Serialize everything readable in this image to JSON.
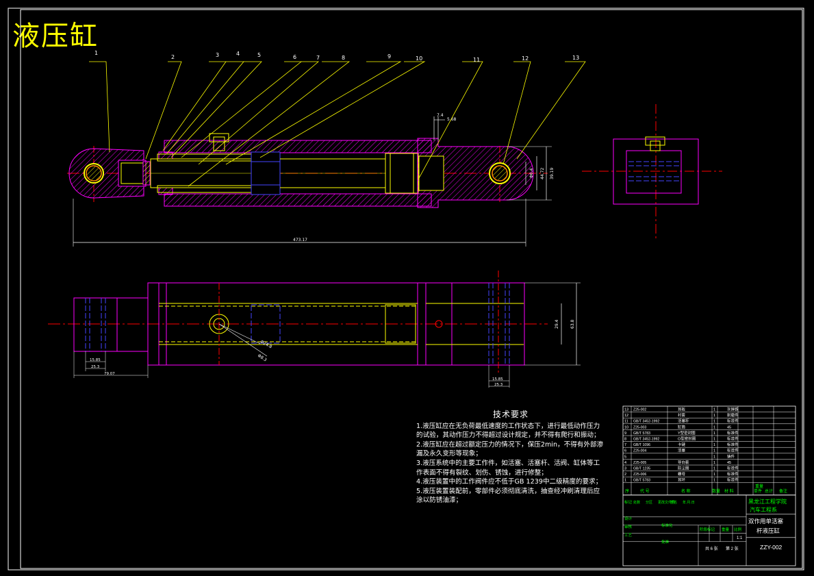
{
  "title": "液压缸",
  "callouts": [
    "1",
    "2",
    "3",
    "4",
    "5",
    "6",
    "7",
    "8",
    "9",
    "10",
    "11",
    "12",
    "13"
  ],
  "dimensions": {
    "overall_length": "473.17",
    "dim_a": "Φ6.4",
    "dim_b": "44.72",
    "dim_c": "39.19",
    "dim_d": "7.4",
    "dim_e": "5.68",
    "dim_f": "Φ24.8",
    "dim_g": "Φ8.3",
    "dim_h": "29.4",
    "dim_i": "63.8",
    "dim_j": "15.85",
    "dim_k": "25.3",
    "dim_l": "79.07",
    "dim_m": "15.85",
    "dim_n": "25.3"
  },
  "tech_requirements": {
    "heading": "技术要求",
    "items": [
      "1.液压缸应在无负荷最低速度的工作状态下，进行最低动作压力的试验，其动作压力不得超过设计规定，并不得有爬行和振动；",
      "2.液压缸应在超过额定压力的情况下，保压2min，不得有外部渗漏及永久变形等现象；",
      "3.液压系统中的主要工作件，如活塞、活塞杆、活阀、缸体等工作表面不得有裂纹、划伤、锈蚀，进行修整；",
      "4.液压装置中的工作阀件应不低于GB 1239中二级精度的要求；",
      "5.液压装置装配前，零部件必须彻底清洗，抽查经冲刷清理后应涂以防锈油漆；"
    ]
  },
  "parts_list": [
    {
      "no": "13",
      "code": "Z25-002",
      "name": "耳板",
      "qty": "1",
      "material": "灰铸铁"
    },
    {
      "no": "12",
      "code": "",
      "name": "衬套",
      "qty": "1",
      "material": "耐磨件"
    },
    {
      "no": "11",
      "code": "GB/T 3452-1992",
      "name": "活塞杆",
      "qty": "1",
      "material": "标准件"
    },
    {
      "no": "10",
      "code": "Z25-003",
      "name": "缸筒",
      "qty": "1",
      "material": "45"
    },
    {
      "no": "9",
      "code": "GB/T 5783",
      "name": "Y型密封圈",
      "qty": "1",
      "material": "标准件"
    },
    {
      "no": "8",
      "code": "GB/T 3452-1992",
      "name": "O型密封圈",
      "qty": "1",
      "material": "标准件"
    },
    {
      "no": "7",
      "code": "GB/T 1096",
      "name": "卡键",
      "qty": "1",
      "material": "标准件"
    },
    {
      "no": "6",
      "code": "Z25-004",
      "name": "活塞",
      "qty": "1",
      "material": "标准件"
    },
    {
      "no": "5",
      "code": "",
      "name": "",
      "qty": "1",
      "material": "铸件"
    },
    {
      "no": "4",
      "code": "Z25-005",
      "name": "导向套",
      "qty": "1",
      "material": "45"
    },
    {
      "no": "3",
      "code": "GB/T 1235",
      "name": "防尘圈",
      "qty": "1",
      "material": "标准件"
    },
    {
      "no": "2",
      "code": "Z25-006",
      "name": "螺母",
      "qty": "1",
      "material": "标准件"
    },
    {
      "no": "1",
      "code": "GB/T 5783",
      "name": "耳环",
      "qty": "1",
      "material": "标准件"
    }
  ],
  "parts_header": [
    "序",
    "代 号",
    "名 称",
    "数量",
    "材 料",
    "单件",
    "总计",
    "备注"
  ],
  "parts_header_sub": "重量",
  "title_block": {
    "institute": "黑龙江工程学院",
    "department": "汽车工程系",
    "drawing_name_1": "双作用单活塞",
    "drawing_name_2": "杆液压缸",
    "drawing_no": "ZZY-002",
    "scale": "1:1",
    "stage_label": "阶段标记",
    "weight_label": "重量",
    "scale_label": "比例",
    "sheet_total": "共 6 张",
    "sheet_no": "第 2 张",
    "row_labels": [
      "标记",
      "设计",
      "审核",
      "工艺"
    ],
    "col_labels": [
      "处数",
      "分区",
      "更改文件号",
      "签名",
      "年.月.日"
    ],
    "std_label": "标准化",
    "approve_label": "批准"
  }
}
